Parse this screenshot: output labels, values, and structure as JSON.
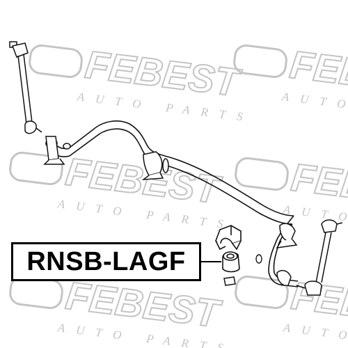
{
  "part_number": "RNSB-LAGF",
  "watermark": {
    "brand": "FEBEST",
    "tagline": "AUTO PARTS",
    "color": "#bdbdbd"
  },
  "colors": {
    "line": "#111111",
    "label_border": "#000000"
  }
}
